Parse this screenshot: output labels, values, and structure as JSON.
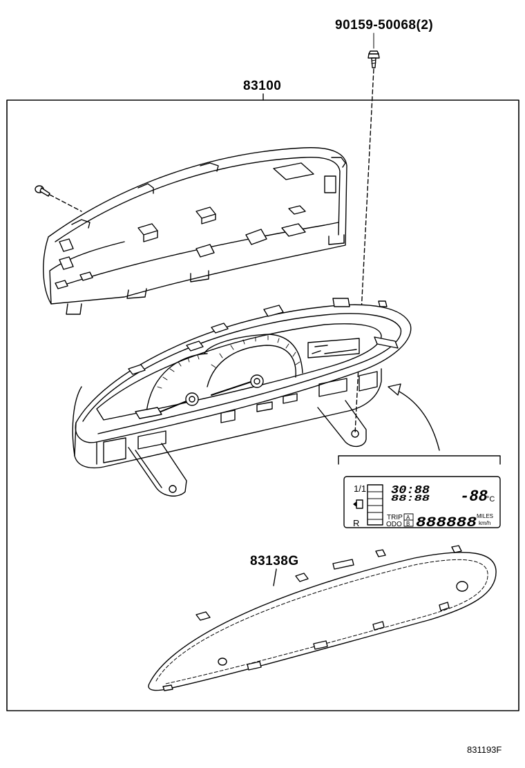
{
  "labels": {
    "screw": "90159-50068(2)",
    "assembly": "83100",
    "lens": "83138G",
    "figure_ref": "831193F"
  },
  "display": {
    "range": "1/1",
    "clock": "30:88",
    "clock2": "88:88",
    "temp": "-88",
    "temp_unit": "°C",
    "gear": "R",
    "trip": "TRIP",
    "odo": "ODO",
    "sel_a": "A",
    "sel_b": "B",
    "odometer": "888888",
    "unit_miles": "MILES",
    "unit_kmh": "km/h"
  },
  "icons": [
    "screw-icon",
    "fuel-pump-icon"
  ]
}
